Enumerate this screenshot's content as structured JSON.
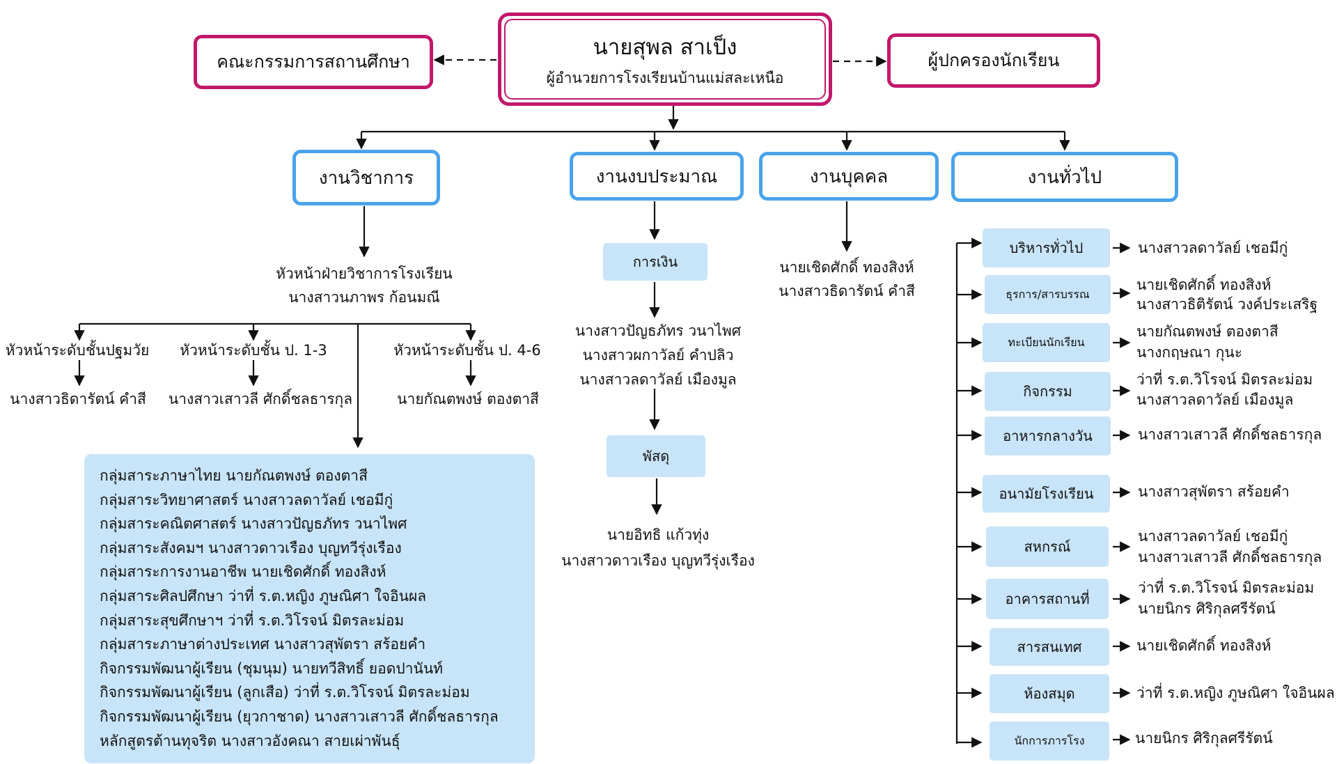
{
  "director": {
    "name": "นายสุพล สาเป็ง",
    "title": "ผู้อำนวยการโรงเรียนบ้านแม่สละเหนือ"
  },
  "committee": {
    "label": "คณะกรรมการสถานศึกษา"
  },
  "parents": {
    "label": "ผู้ปกครองนักเรียน"
  },
  "academic": {
    "label": "งานวิชาการ",
    "head_title": "หัวหน้าฝ่ายวิชาการโรงเรียน",
    "head_name": "นางสาวนภาพร ก้อนมณี",
    "levels": [
      {
        "title": "หัวหน้าระดับชั้นปฐมวัย",
        "name": "นางสาวธิดารัตน์ คำสี"
      },
      {
        "title": "หัวหน้าระดับชั้น ป. 1-3",
        "name": "นางสาวเสาวลี ศักดิ์ชลธารกุล"
      },
      {
        "title": "หัวหน้าระดับชั้น ป. 4-6",
        "name": "นายกัณตพงษ์ ตองตาสี"
      }
    ],
    "groups": [
      "กลุ่มสาระภาษาไทย  นายกัณตพงษ์ ตองตาสี",
      "กลุ่มสาระวิทยาศาสตร์  นางสาวลดาวัลย์ เชอมีกู่",
      "กลุ่มสาระคณิตศาสตร์  นางสาวปัญธภัทร วนาไพศ",
      "กลุ่มสาระสังคมฯ  นางสาวดาวเรือง บุญทวีรุ่งเรือง",
      "กลุ่มสาระการงานอาชีพ  นายเชิดศักดิ์ ทองสิงห์",
      "กลุ่มสาระศิลปศึกษา  ว่าที่ ร.ต.หญิง ภูษณิศา ใจอินผล",
      "กลุ่มสาระสุขศึกษาฯ  ว่าที่ ร.ต.วิโรจน์ มิตรละม่อม",
      "กลุ่มสาระภาษาต่างประเทศ  นางสาวสุพัตรา สร้อยคำ",
      "กิจกรรมพัฒนาผู้เรียน (ชุมนุม)  นายทวีสิทธิ์ ยอดปานันท์",
      "กิจกรรมพัฒนาผู้เรียน (ลูกเสือ)  ว่าที่ ร.ต.วิโรจน์ มิตรละม่อม",
      "กิจกรรมพัฒนาผู้เรียน (ยุวกาชาด)  นางสาวเสาวลี ศักดิ์ชลธารกุล",
      "หลักสูตรต้านทุจริต  นางสาวอังคณา สายเผ่าพันธุ์"
    ]
  },
  "budget": {
    "label": "งานงบประมาณ",
    "finance": {
      "label": "การเงิน",
      "names": [
        "นางสาวปัญธภัทร วนาไพศ",
        "นางสาวผกาวัลย์ คำปลิว",
        "นางสาวลดาวัลย์ เมืองมูล"
      ]
    },
    "supplies": {
      "label": "พัสดุ",
      "names": [
        "นายอิทธิ แก้วทุ่ง",
        "นางสาวดาวเรือง บุญทวีรุ่งเรือง"
      ]
    }
  },
  "personnel": {
    "label": "งานบุคคล",
    "names": [
      "นายเชิดศักดิ์ ทองสิงห์",
      "นางสาวธิดารัตน์ คำสี"
    ]
  },
  "general": {
    "label": "งานทั่วไป",
    "items": [
      {
        "label": "บริหารทั่วไป",
        "names": [
          "นางสาวลดาวัลย์ เชอมีกู่"
        ]
      },
      {
        "label": "ธุรการ/สารบรรณ",
        "names": [
          "นายเชิดศักดิ์ ทองสิงห์",
          "นางสาวธิติรัตน์ วงค์ประเสริฐ"
        ]
      },
      {
        "label": "ทะเบียนนักเรียน",
        "names": [
          "นายกัณตพงษ์ ตองตาสี",
          "นางกฤษณา กุนะ"
        ]
      },
      {
        "label": "กิจกรรม",
        "names": [
          "ว่าที่ ร.ต.วิโรจน์ มิตรละม่อม",
          "นางสาวลดาวัลย์ เมืองมูล"
        ]
      },
      {
        "label": "อาหารกลางวัน",
        "names": [
          "นางสาวเสาวลี ศักดิ์ชลธารกุล"
        ]
      },
      {
        "label": "อนามัยโรงเรียน",
        "names": [
          "นางสาวสุพัตรา สร้อยคำ"
        ]
      },
      {
        "label": "สหกรณ์",
        "names": [
          "นางสาวลดาวัลย์ เชอมีกู่",
          "นางสาวเสาวลี ศักดิ์ชลธารกุล"
        ]
      },
      {
        "label": "อาคารสถานที่",
        "names": [
          "ว่าที่ ร.ต.วิโรจน์ มิตรละม่อม",
          "นายนิกร ศิริกุลศรีรัตน์"
        ]
      },
      {
        "label": "สารสนเทศ",
        "names": [
          "นายเชิดศักดิ์ ทองสิงห์"
        ]
      },
      {
        "label": "ห้องสมุด",
        "names": [
          "ว่าที่ ร.ต.หญิง ภูษณิศา ใจอินผล"
        ]
      },
      {
        "label": "นักการภารโรง",
        "names": [
          "นายนิกร ศิริกุลศรีรัตน์"
        ]
      }
    ]
  },
  "colors": {
    "magenta": "#c2186b",
    "blue_border": "#4aa3ea",
    "light_blue_fill": "#c8e4f8"
  }
}
